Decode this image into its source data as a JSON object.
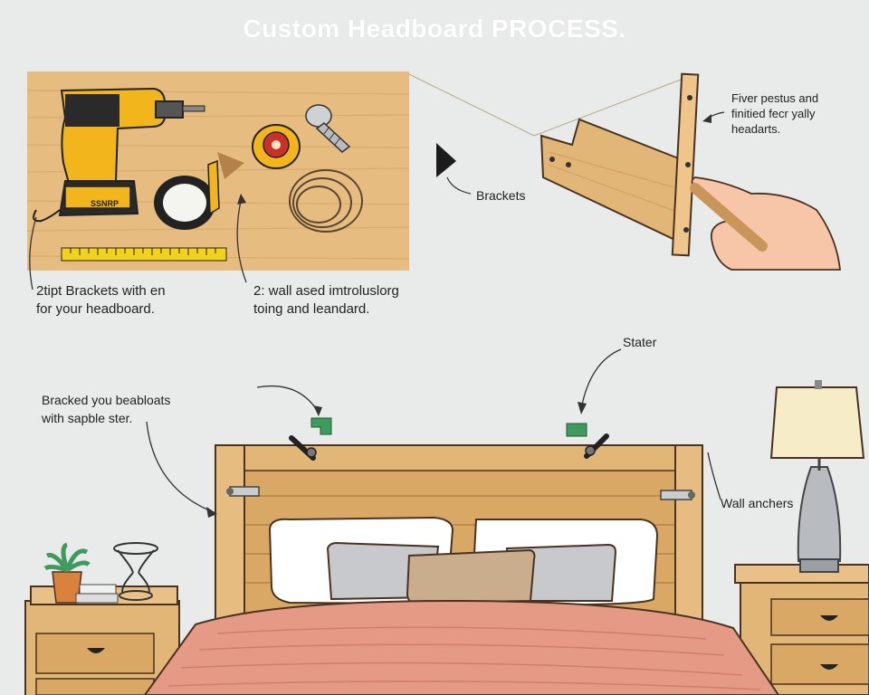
{
  "title": "Custom Headboard PROCESS.",
  "labels": {
    "step1_caption": "2tipt Brackets with en\nfor your headboard.",
    "step2_caption": "2: wall ased imtroluslorg\ntoing and leandard.",
    "brackets": "Brackets",
    "bracket_note": "Fiver pestus and\nfinitied fecr yally\nheadarts.",
    "stater": "Stater",
    "bracked_note": "Bracked you beabloats\nwith sapble ster.",
    "wall_anchors": "Wall anchers"
  },
  "drill_brand": "SSNRP",
  "colors": {
    "background": "#e8ebea",
    "wood": "#e2b677",
    "wood_dark": "#c9955a",
    "blanket": "#e59a86",
    "drill_yellow": "#f2b51b",
    "bracket_green": "#3f9a5e"
  }
}
